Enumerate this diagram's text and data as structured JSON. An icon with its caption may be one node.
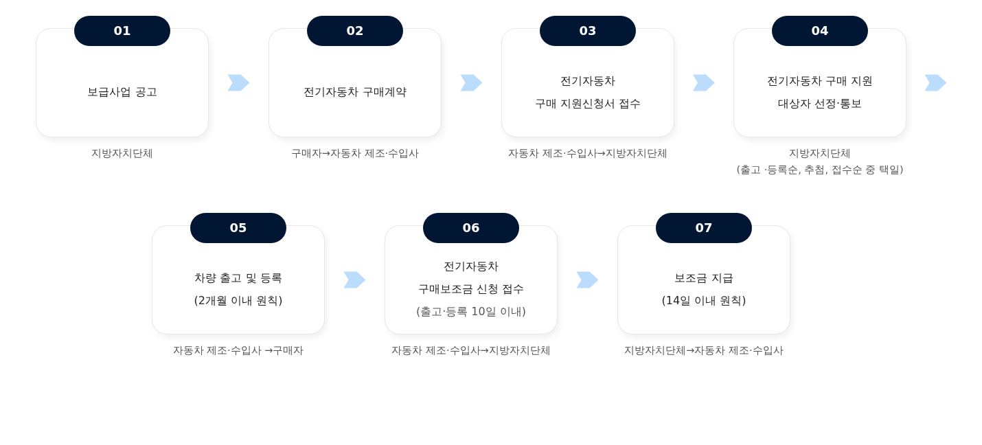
{
  "diagram": {
    "nodes": [
      {
        "text": [
          "01",
          "보급사업 공고"
        ],
        "beside": [
          "지방자치단체"
        ]
      },
      {
        "text": [
          "02",
          "전기자동차 구매계약"
        ],
        "beside": [
          "구매자→자동차 제조·수입사"
        ]
      },
      {
        "text": [
          "03",
          "전기자동차 구매 지원신청서 접수"
        ],
        "beside": [
          "자동차 제조·수입사→지방자치단체"
        ]
      },
      {
        "text": [
          "04",
          "전기자동차 구매 지원 대상자 선정·통보"
        ],
        "beside": [
          "지방자치단체",
          "(출고 ·등록순, 추첨, 접수순 중 택일)"
        ]
      },
      {
        "text": [
          "05",
          "차량 출고 및 등록 (2개월 이내 원칙)"
        ],
        "beside": [
          "자동차 제조·수입사 →구매자"
        ]
      },
      {
        "text": [
          "06",
          "전기자동차 구매보조금 신청 접수",
          "(출고·등록 10일 이내)"
        ],
        "beside": [
          "자동차 제조·수입사→지방자치단체"
        ]
      },
      {
        "text": [
          "07",
          "보조금 지급 (14일 이내 원칙)"
        ],
        "beside": [
          "지방자치단체→자동차 제조·수입사"
        ]
      }
    ],
    "edges": [
      {
        "from": 0,
        "to": 1,
        "arrow": "to"
      },
      {
        "from": 1,
        "to": 2,
        "arrow": "to"
      },
      {
        "from": 2,
        "to": 3,
        "arrow": "to"
      },
      {
        "from": 3,
        "to": null,
        "arrow": "to"
      },
      {
        "from": 4,
        "to": 5,
        "arrow": "to"
      },
      {
        "from": 5,
        "to": 6,
        "arrow": "to"
      }
    ]
  }
}
